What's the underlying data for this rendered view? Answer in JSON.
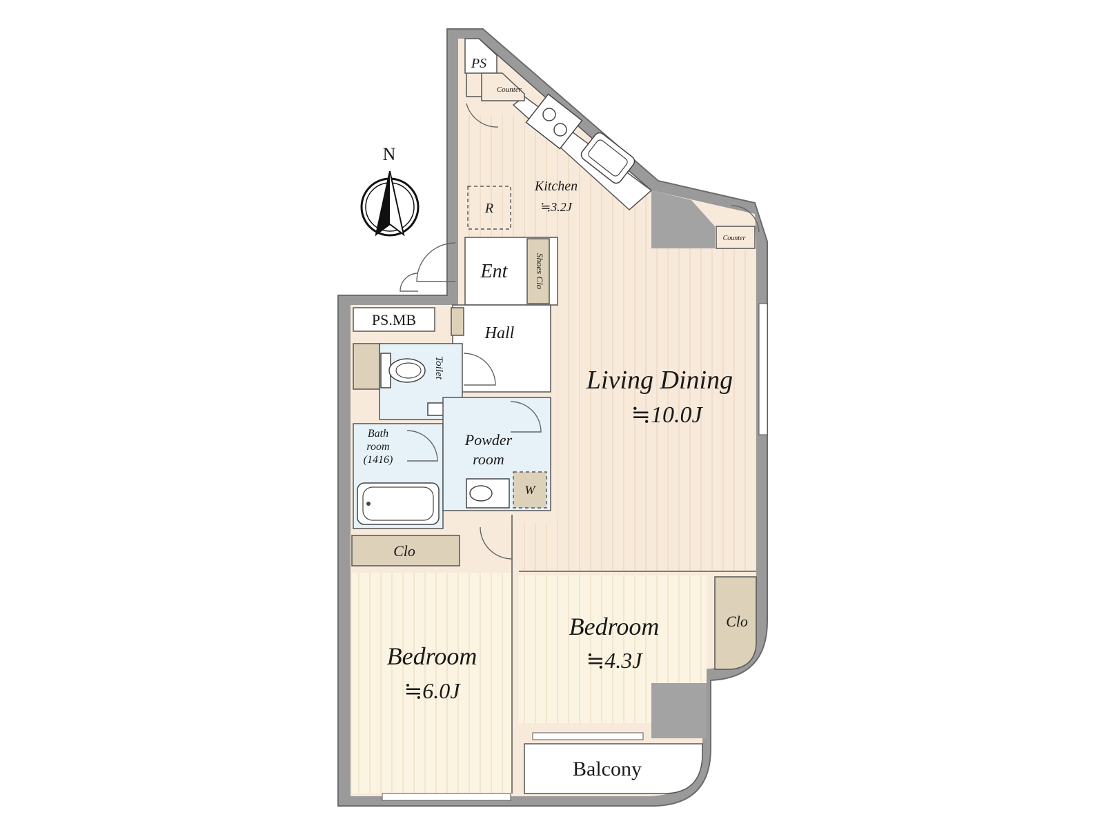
{
  "compass": {
    "north_label": "N"
  },
  "rooms": {
    "ps_top": "PS",
    "counter_top": "Counter",
    "kitchen": "Kitchen",
    "kitchen_area": "≒3.2J",
    "refrigerator": "R",
    "counter_right": "Counter",
    "entrance": "Ent",
    "shoes_closet": "Shoes Clo",
    "ps_mb": "PS.MB",
    "hall": "Hall",
    "toilet": "Toilet",
    "living_dining": "Living Dining",
    "living_dining_area": "≒10.0J",
    "bath_line1": "Bath",
    "bath_line2": "room",
    "bath_line3": "(1416)",
    "powder_line1": "Powder",
    "powder_line2": "room",
    "washer": "W",
    "closet_left": "Clo",
    "closet_right": "Clo",
    "bedroom_right": "Bedroom",
    "bedroom_right_area": "≒4.3J",
    "bedroom_left": "Bedroom",
    "bedroom_left_area": "≒6.0J",
    "balcony": "Balcony"
  }
}
